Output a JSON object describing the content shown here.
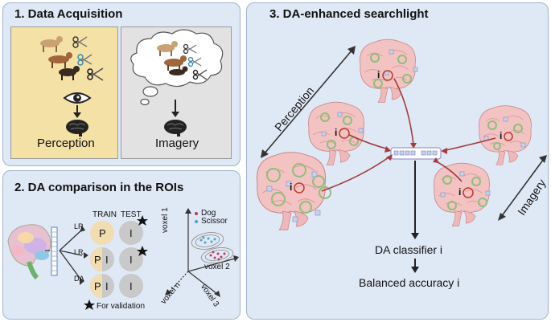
{
  "panel1": {
    "title": "1.   Data Acquisition",
    "perception_label": "Perception",
    "imagery_label": "Imagery"
  },
  "panel2": {
    "title": "2.  DA comparison in the ROIs",
    "train_label": "TRAIN",
    "test_label": "TEST",
    "rows": [
      {
        "method": "LR",
        "train": "P",
        "test": "I"
      },
      {
        "method": "LR",
        "train": "P",
        "train2": "I",
        "test": "I"
      },
      {
        "method": "DA",
        "train": "P",
        "train2": "I",
        "test": "I"
      }
    ],
    "validation_note": "For validation",
    "legend": [
      "Dog",
      "Scissor"
    ],
    "legend_colors": [
      "#c0395a",
      "#4aa3c9"
    ],
    "axes": [
      "voxel 1",
      "voxel 2",
      "voxel 3",
      "voxel n"
    ]
  },
  "panel3": {
    "title": "3.  DA-enhanced searchlight",
    "perception_label": "Perception",
    "imagery_label": "Imagery",
    "brain_marker": "i",
    "classifier_label": "DA classifier i",
    "accuracy_label": "Balanced accuracy i"
  },
  "colors": {
    "panel_bg": "#dfe8f5",
    "accent_red": "#a23b3b",
    "p_fill": "#f2ddb0",
    "test_fill": "#c9c9c9"
  }
}
